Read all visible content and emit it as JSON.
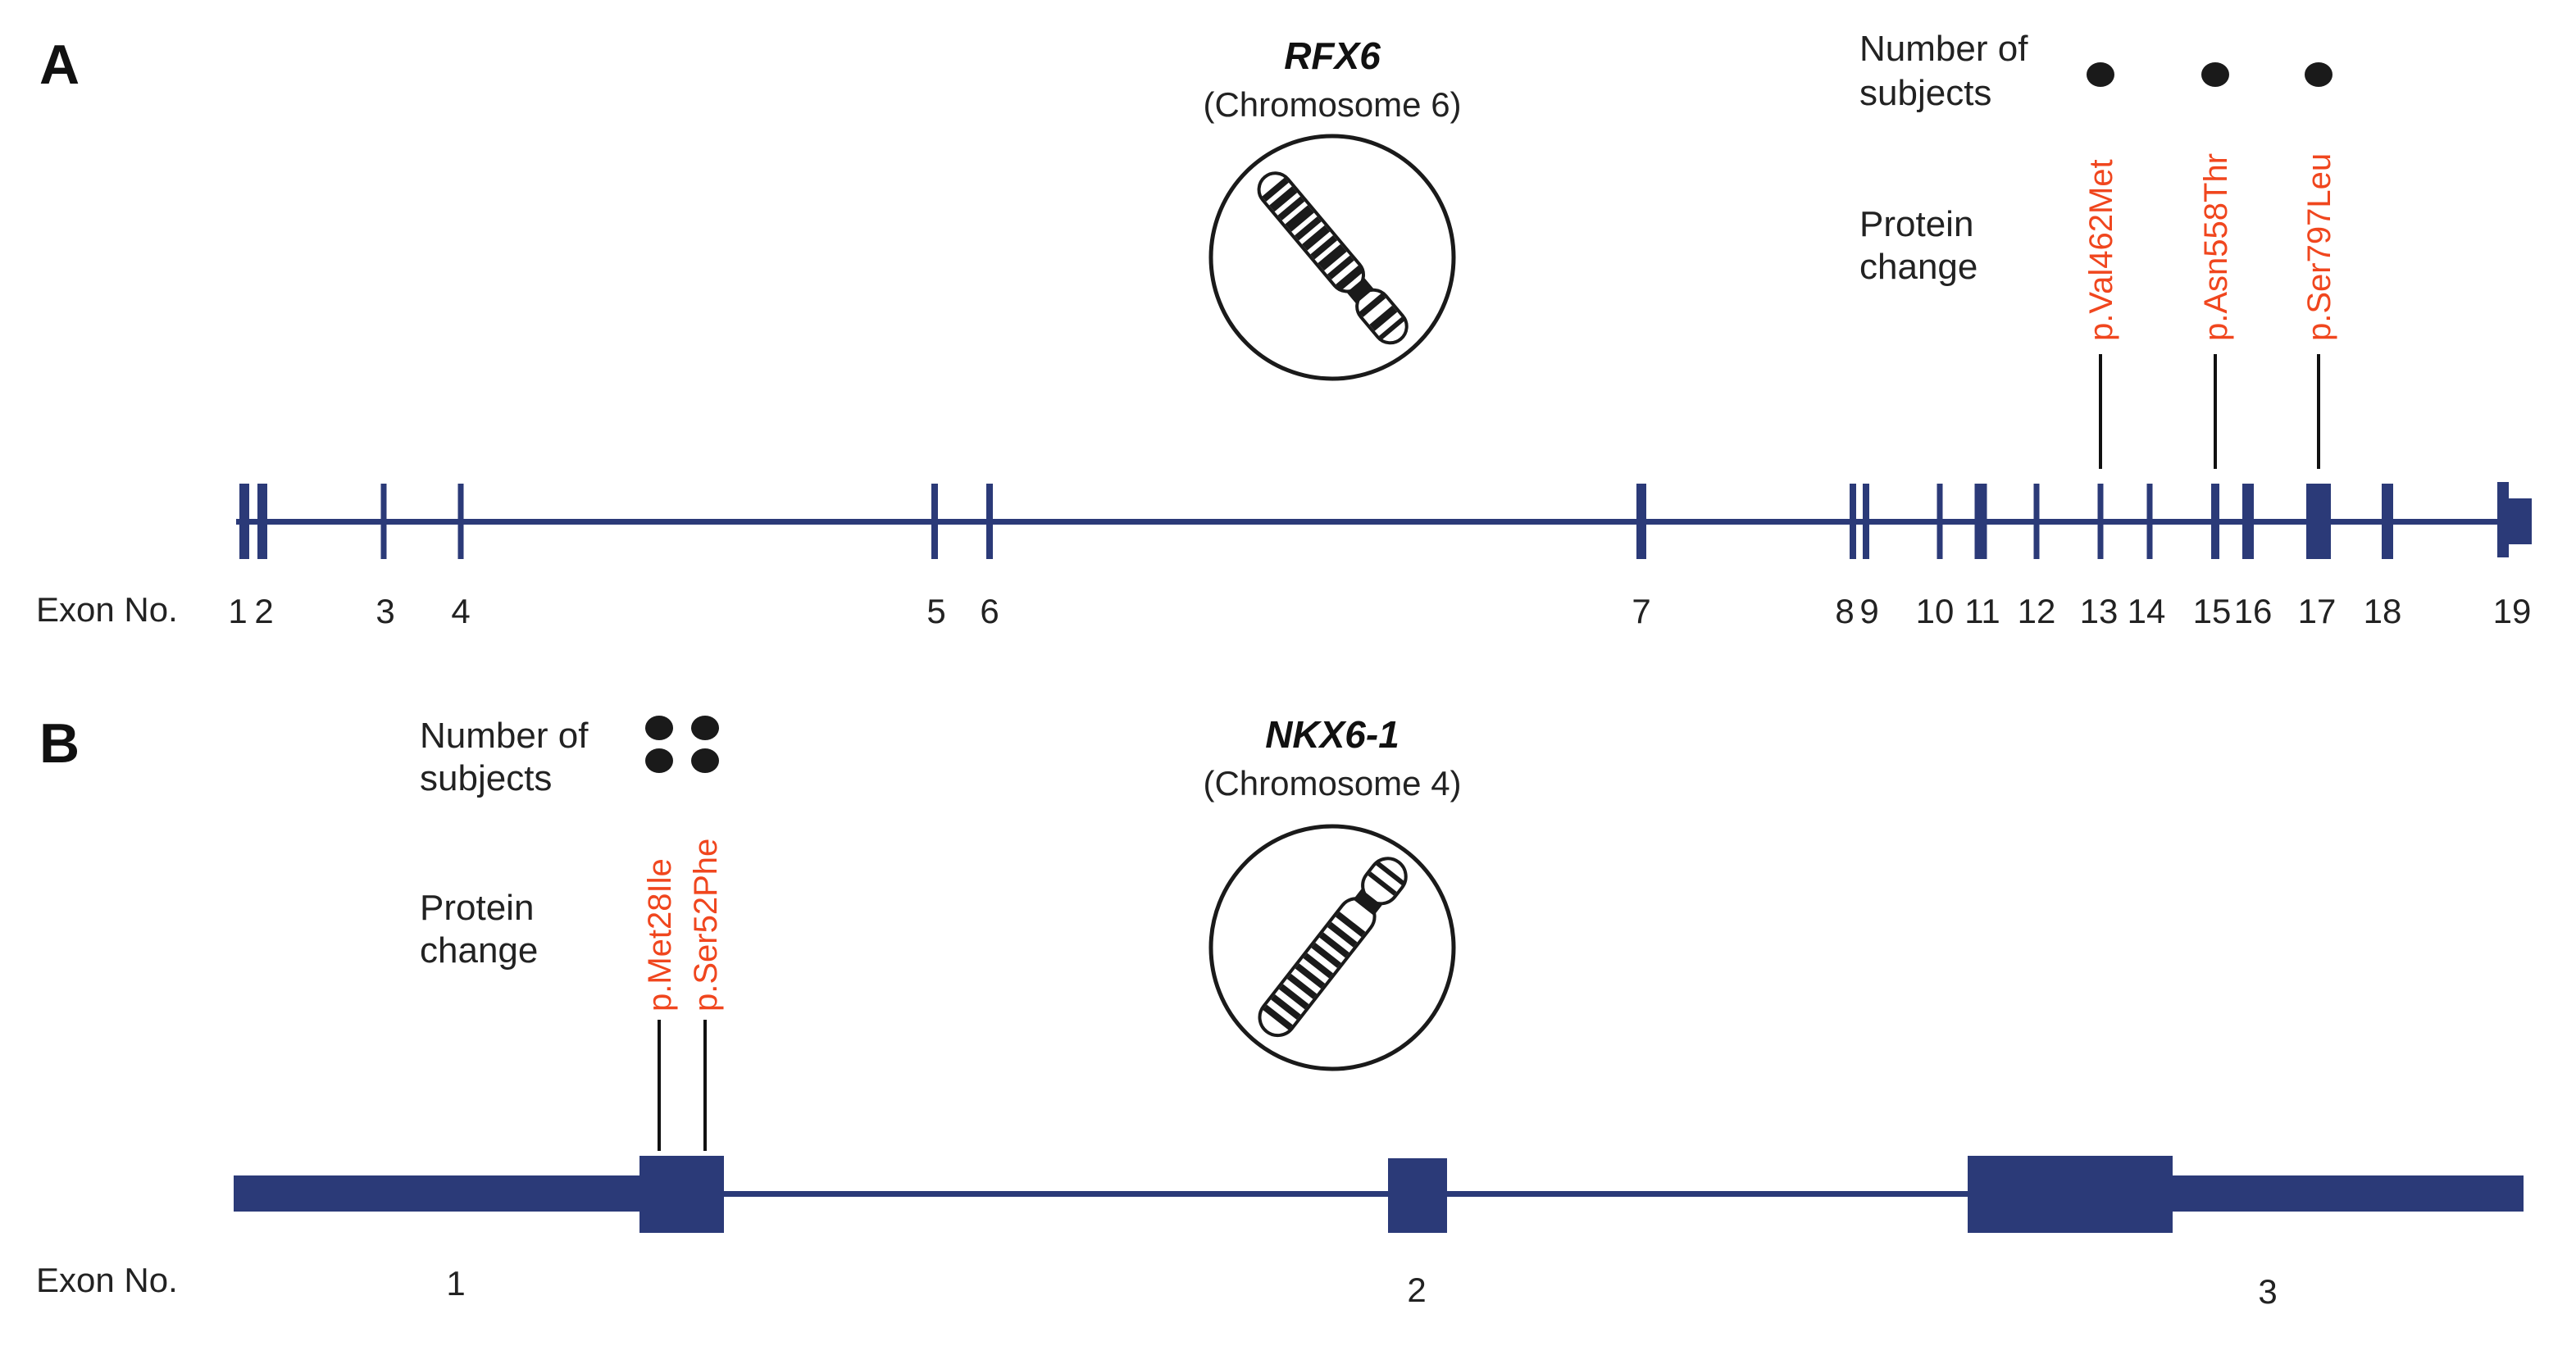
{
  "colors": {
    "gene": "#2b3a78",
    "variant": "#f0461e",
    "text": "#222222",
    "dot": "#1a1a1a"
  },
  "panel_a": {
    "label": "A",
    "gene": "RFX6",
    "chromosome": "(Chromosome 6)",
    "subjects_label": [
      "Number of",
      "subjects"
    ],
    "protein_label": [
      "Protein",
      "change"
    ],
    "exon_label": "Exon No.",
    "exon_numbers": [
      "1",
      "2",
      "3",
      "4",
      "5",
      "6",
      "7",
      "8",
      "9",
      "10",
      "11",
      "12",
      "13",
      "14",
      "15",
      "16",
      "17",
      "18",
      "19"
    ],
    "variants": [
      {
        "exon": "13",
        "protein_change": "p.Val462Met",
        "subjects": 1
      },
      {
        "exon": "15",
        "protein_change": "p.Asn558Thr",
        "subjects": 1
      },
      {
        "exon": "17",
        "protein_change": "p.Ser797Leu",
        "subjects": 1
      }
    ]
  },
  "panel_b": {
    "label": "B",
    "gene": "NKX6-1",
    "chromosome": "(Chromosome 4)",
    "subjects_label": [
      "Number of",
      "subjects"
    ],
    "protein_label": [
      "Protein",
      "change"
    ],
    "exon_label": "Exon No.",
    "exon_numbers": [
      "1",
      "2",
      "3"
    ],
    "variants": [
      {
        "exon": "1",
        "protein_change": "p.Met28Ile",
        "subjects": 2
      },
      {
        "exon": "1",
        "protein_change": "p.Ser52Phe",
        "subjects": 2
      }
    ]
  }
}
